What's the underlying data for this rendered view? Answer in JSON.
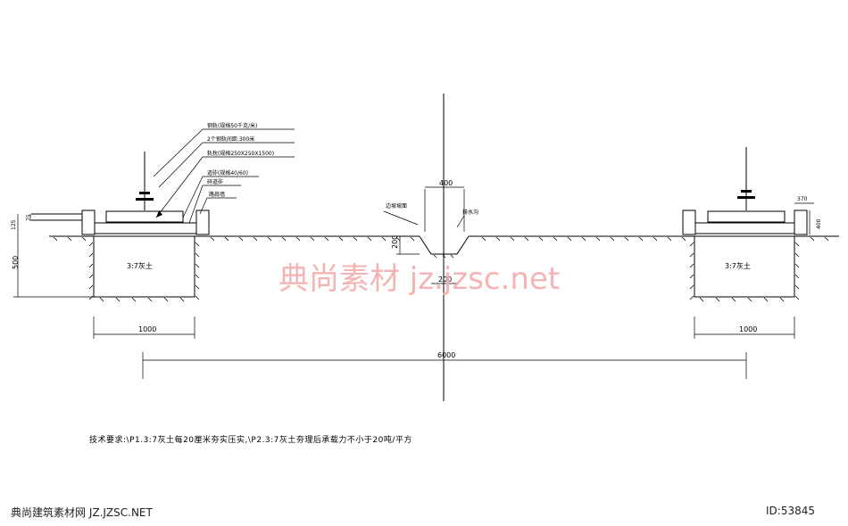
{
  "labels": {
    "rail_fastener": "钢轨(规格50千克/米)",
    "sleeper_spacing": "2个钢轨间距:300米",
    "sleeper_size": "轨枕(规格250X250X1500)",
    "ballast": "道砟(规格40/60)",
    "track_bed": "碎道砟",
    "edge_curb": "路肩墙",
    "ditch_side_left": "边坡坡面",
    "ditch_side_right": "排水沟",
    "fill_left": "3:7灰土",
    "fill_right": "3:7灰土"
  },
  "dims": {
    "d_400_top": "400",
    "d_200_depth": "200",
    "d_200_width": "200",
    "d_125": "125",
    "d_75": "75",
    "d_500": "500",
    "d_1000_left": "1000",
    "d_1000_right": "1000",
    "d_6000": "6000",
    "d_370": "370",
    "d_400_right": "400"
  },
  "watermark": "典尚素材  jz.jzsc.net",
  "note": "技术要求:\\P1.3:7灰土每20厘米夯实压实,\\P2.3:7灰土夯理后承载力不小于20吨/平方",
  "footer": {
    "site": "典尚建筑素材网 JZ.JZSC.NET",
    "id": "ID:53845"
  }
}
